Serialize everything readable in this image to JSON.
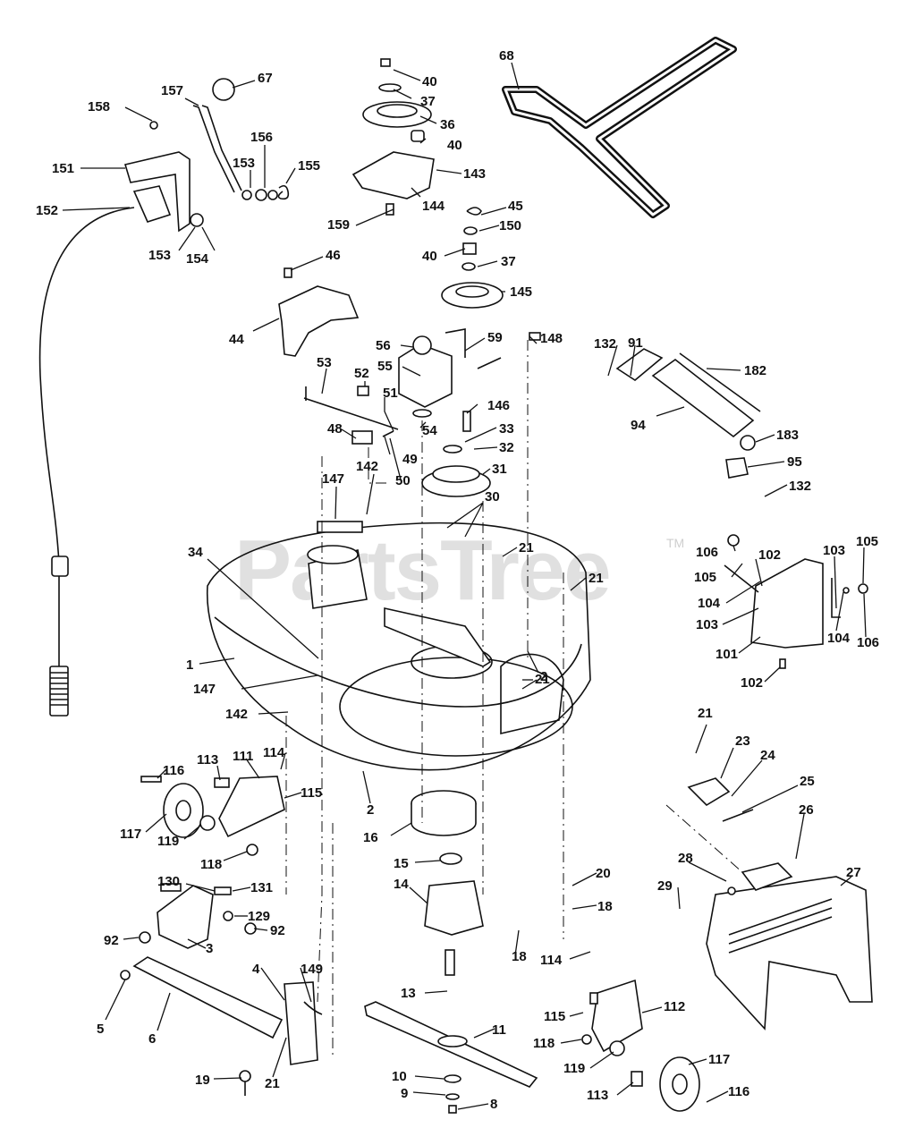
{
  "watermark": {
    "text": "PartsTree",
    "trademark": "TM"
  },
  "colors": {
    "ink": "#111111",
    "paper": "#ffffff",
    "watermark": "#d6d6d6"
  },
  "labels": [
    {
      "id": "l68",
      "text": "68"
    },
    {
      "id": "l67",
      "text": "67"
    },
    {
      "id": "l157",
      "text": "157"
    },
    {
      "id": "l158",
      "text": "158"
    },
    {
      "id": "l156",
      "text": "156"
    },
    {
      "id": "l151",
      "text": "151"
    },
    {
      "id": "l153a",
      "text": "153"
    },
    {
      "id": "l155",
      "text": "155"
    },
    {
      "id": "l152",
      "text": "152"
    },
    {
      "id": "l153b",
      "text": "153"
    },
    {
      "id": "l154",
      "text": "154"
    },
    {
      "id": "l40a",
      "text": "40"
    },
    {
      "id": "l37a",
      "text": "37"
    },
    {
      "id": "l36",
      "text": "36"
    },
    {
      "id": "l40b",
      "text": "40"
    },
    {
      "id": "l143",
      "text": "143"
    },
    {
      "id": "l144",
      "text": "144"
    },
    {
      "id": "l159",
      "text": "159"
    },
    {
      "id": "l45",
      "text": "45"
    },
    {
      "id": "l150",
      "text": "150"
    },
    {
      "id": "l40c",
      "text": "40"
    },
    {
      "id": "l37b",
      "text": "37"
    },
    {
      "id": "l145",
      "text": "145"
    },
    {
      "id": "l46",
      "text": "46"
    },
    {
      "id": "l44",
      "text": "44"
    },
    {
      "id": "l56",
      "text": "56"
    },
    {
      "id": "l59",
      "text": "59"
    },
    {
      "id": "l148",
      "text": "148"
    },
    {
      "id": "l53",
      "text": "53"
    },
    {
      "id": "l52",
      "text": "52"
    },
    {
      "id": "l55",
      "text": "55"
    },
    {
      "id": "l51",
      "text": "51"
    },
    {
      "id": "l146",
      "text": "146"
    },
    {
      "id": "l48",
      "text": "48"
    },
    {
      "id": "l54",
      "text": "54"
    },
    {
      "id": "l33",
      "text": "33"
    },
    {
      "id": "l49",
      "text": "49"
    },
    {
      "id": "l32",
      "text": "32"
    },
    {
      "id": "l50",
      "text": "50"
    },
    {
      "id": "l31",
      "text": "31"
    },
    {
      "id": "l147a",
      "text": "147"
    },
    {
      "id": "l142a",
      "text": "142"
    },
    {
      "id": "l30",
      "text": "30"
    },
    {
      "id": "l132a",
      "text": "132"
    },
    {
      "id": "l91",
      "text": "91"
    },
    {
      "id": "l182",
      "text": "182"
    },
    {
      "id": "l94",
      "text": "94"
    },
    {
      "id": "l183",
      "text": "183"
    },
    {
      "id": "l95",
      "text": "95"
    },
    {
      "id": "l132b",
      "text": "132"
    },
    {
      "id": "l34",
      "text": "34"
    },
    {
      "id": "l21a",
      "text": "21"
    },
    {
      "id": "l21b",
      "text": "21"
    },
    {
      "id": "l106a",
      "text": "106"
    },
    {
      "id": "l105a",
      "text": "105"
    },
    {
      "id": "l102a",
      "text": "102"
    },
    {
      "id": "l103a",
      "text": "103"
    },
    {
      "id": "l105b",
      "text": "105"
    },
    {
      "id": "l104a",
      "text": "104"
    },
    {
      "id": "l103b",
      "text": "103"
    },
    {
      "id": "l104b",
      "text": "104"
    },
    {
      "id": "l106b",
      "text": "106"
    },
    {
      "id": "l101",
      "text": "101"
    },
    {
      "id": "l102b",
      "text": "102"
    },
    {
      "id": "l1",
      "text": "1"
    },
    {
      "id": "l147b",
      "text": "147"
    },
    {
      "id": "l2a",
      "text": "2"
    },
    {
      "id": "l21c",
      "text": "21"
    },
    {
      "id": "l142b",
      "text": "142"
    },
    {
      "id": "l21d",
      "text": "21"
    },
    {
      "id": "l23",
      "text": "23"
    },
    {
      "id": "l24",
      "text": "24"
    },
    {
      "id": "l114a",
      "text": "114"
    },
    {
      "id": "l113a",
      "text": "113"
    },
    {
      "id": "l111",
      "text": "111"
    },
    {
      "id": "l116a",
      "text": "116"
    },
    {
      "id": "l115a",
      "text": "115"
    },
    {
      "id": "l25",
      "text": "25"
    },
    {
      "id": "l2b",
      "text": "2"
    },
    {
      "id": "l26",
      "text": "26"
    },
    {
      "id": "l117a",
      "text": "117"
    },
    {
      "id": "l119a",
      "text": "119"
    },
    {
      "id": "l16",
      "text": "16"
    },
    {
      "id": "l118a",
      "text": "118"
    },
    {
      "id": "l15",
      "text": "15"
    },
    {
      "id": "l28",
      "text": "28"
    },
    {
      "id": "l27",
      "text": "27"
    },
    {
      "id": "l20",
      "text": "20"
    },
    {
      "id": "l29",
      "text": "29"
    },
    {
      "id": "l130",
      "text": "130"
    },
    {
      "id": "l131",
      "text": "131"
    },
    {
      "id": "l14",
      "text": "14"
    },
    {
      "id": "l18a",
      "text": "18"
    },
    {
      "id": "l129",
      "text": "129"
    },
    {
      "id": "l92a",
      "text": "92"
    },
    {
      "id": "l92b",
      "text": "92"
    },
    {
      "id": "l3",
      "text": "3"
    },
    {
      "id": "l18b",
      "text": "18"
    },
    {
      "id": "l114b",
      "text": "114"
    },
    {
      "id": "l149",
      "text": "149"
    },
    {
      "id": "l4",
      "text": "4"
    },
    {
      "id": "l13",
      "text": "13"
    },
    {
      "id": "l5",
      "text": "5"
    },
    {
      "id": "l112",
      "text": "112"
    },
    {
      "id": "l6",
      "text": "6"
    },
    {
      "id": "l115b",
      "text": "115"
    },
    {
      "id": "l11",
      "text": "11"
    },
    {
      "id": "l118b",
      "text": "118"
    },
    {
      "id": "l117b",
      "text": "117"
    },
    {
      "id": "l119b",
      "text": "119"
    },
    {
      "id": "l10",
      "text": "10"
    },
    {
      "id": "l19",
      "text": "19"
    },
    {
      "id": "l21e",
      "text": "21"
    },
    {
      "id": "l9",
      "text": "9"
    },
    {
      "id": "l113b",
      "text": "113"
    },
    {
      "id": "l116b",
      "text": "116"
    },
    {
      "id": "l8",
      "text": "8"
    }
  ]
}
